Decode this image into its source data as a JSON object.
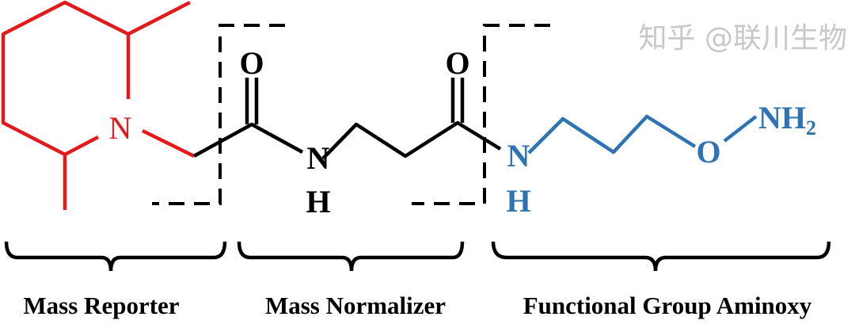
{
  "colors": {
    "reporter": "#e31a1c",
    "normalizer": "#000000",
    "functional": "#2e74b5"
  },
  "atoms": {
    "reporter_n": "N",
    "normalizer_o1": "O",
    "normalizer_n": "N",
    "normalizer_h": "H",
    "normalizer_o2": "O",
    "functional_n": "N",
    "functional_h": "H",
    "functional_o": "O",
    "functional_nh": "NH",
    "functional_sub": "2"
  },
  "labels": {
    "reporter": "Mass Reporter",
    "normalizer": "Mass Normalizer",
    "functional": "Functional Group Aminoxy"
  },
  "watermark": "知乎 @联川生物"
}
